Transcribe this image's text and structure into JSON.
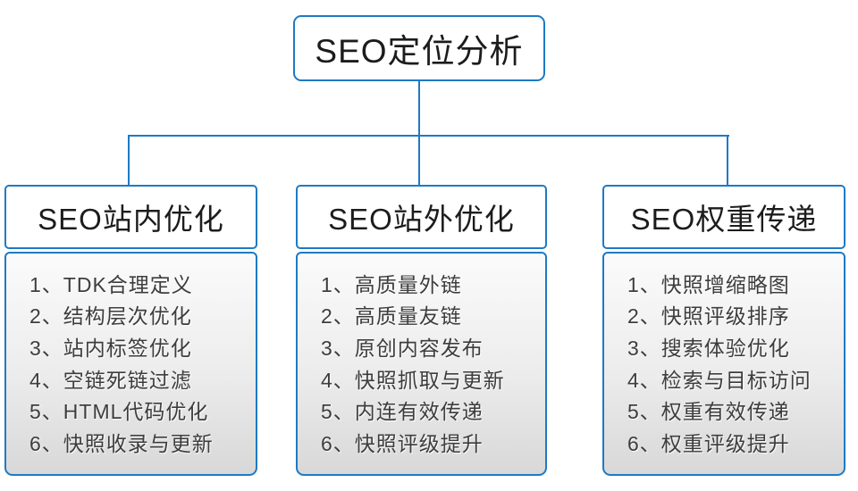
{
  "diagram": {
    "root_label": "SEO定位分析",
    "branches": [
      {
        "title": "SEO站内优化",
        "items": [
          "1、TDK合理定义",
          "2、结构层次优化",
          "3、站内标签优化",
          "4、空链死链过滤",
          "5、HTML代码优化",
          "6、快照收录与更新"
        ]
      },
      {
        "title": "SEO站外优化",
        "items": [
          "1、高质量外链",
          "2、高质量友链",
          "3、原创内容发布",
          "4、快照抓取与更新",
          "5、内连有效传递",
          "6、快照评级提升"
        ]
      },
      {
        "title": "SEO权重传递",
        "items": [
          "1、快照增缩略图",
          "2、快照评级排序",
          "3、搜索体验优化",
          "4、检索与目标访问",
          "5、权重有效传递",
          "6、权重评级提升"
        ]
      }
    ],
    "colors": {
      "connector_blue": "#1e7ac4",
      "header_text": "#1c1c1c",
      "item_text": "#3d3d3d",
      "panel_gradient_top": "#fbfbfb",
      "panel_gradient_bottom": "#d8d8d8"
    }
  }
}
